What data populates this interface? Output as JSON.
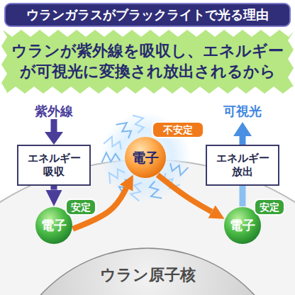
{
  "diagram": {
    "title": "ウランガラスがブラックライトで光る理由",
    "nodes": [
      {
        "text": [
          "ウランが紫外線を吸収し、エネルギーが可視光に変換され放出されるから"
        ]
      },
      {
        "text": [
          "エネルギー 吸収"
        ]
      },
      {
        "text": [
          "電子"
        ]
      },
      {
        "text": [
          "不安定"
        ]
      },
      {
        "text": [
          "エネルギー 放出"
        ]
      },
      {
        "text": [
          "電子"
        ]
      },
      {
        "text": [
          "安定"
        ]
      },
      {
        "text": [
          "電子"
        ]
      },
      {
        "text": [
          "安定"
        ]
      },
      {
        "text": [
          "ウラン原子核"
        ]
      }
    ],
    "edges": [
      {
        "from": 1,
        "to": 5,
        "arrow": "to"
      },
      {
        "from": 5,
        "to": 2,
        "arrow": "to"
      },
      {
        "from": 2,
        "to": 7,
        "arrow": "to"
      },
      {
        "from": 7,
        "to": 4,
        "arrow": "none"
      }
    ],
    "labels": [
      "紫外線",
      "可視光"
    ]
  }
}
